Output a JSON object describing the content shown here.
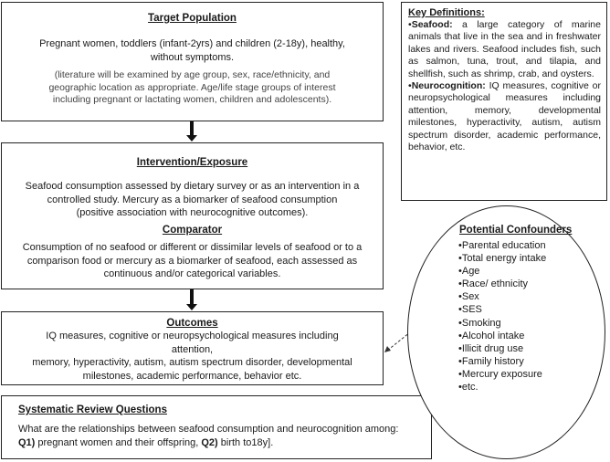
{
  "target": {
    "title": "Target Population",
    "line1": "Pregnant women, toddlers (infant-2yrs) and children (2-18y), healthy,",
    "line2": "without symptoms.",
    "note_line1": "(literature will be examined by age group, sex, race/ethnicity, and",
    "note_line2": "geographic location as appropriate. Age/life stage groups of interest",
    "note_line3": "including pregnant or lactating women, children and adolescents)."
  },
  "intervention": {
    "title": "Intervention/Exposure",
    "line1": "Seafood consumption assessed by dietary survey or as an intervention in a",
    "line2": "controlled study. Mercury as a biomarker of seafood consumption",
    "line3": "(positive association with neurocognitive outcomes)."
  },
  "comparator": {
    "title": "Comparator",
    "line1": "Consumption of no seafood or different or dissimilar levels of seafood or to a",
    "line2": "comparison food or mercury as a biomarker of seafood, each assessed as",
    "line3": "continuous and/or categorical variables."
  },
  "outcomes": {
    "title": "Outcomes",
    "line1": "IQ measures, cognitive or neuropsychological measures including",
    "line2": "attention,",
    "line3": "memory, hyperactivity, autism, autism spectrum disorder, developmental",
    "line4": "milestones, academic performance, behavior etc."
  },
  "questions": {
    "title": "Systematic Review Questions",
    "line1": "What are the relationships between seafood consumption and neurocognition among:",
    "q1_label": "Q1)",
    "q1_text": " pregnant women  and their offspring, ",
    "q2_label": "Q2)",
    "q2_text": " birth to18y]."
  },
  "definitions": {
    "title": "Key Definitions:",
    "seafood_term": "Seafood:",
    "seafood_text": " a large category of marine animals that live in the sea and in freshwater lakes and rivers. Seafood includes fish, such as salmon, tuna, trout, and tilapia, and shellfish, such as shrimp, crab, and oysters.",
    "neuro_term": "Neurocognition:",
    "neuro_text": " IQ measures, cognitive or neuropsychological measures including attention, memory, developmental milestones, hyperactivity, autism, autism spectrum disorder, academic performance, behavior, etc."
  },
  "confounders": {
    "title": "Potential Confounders",
    "items": [
      "•Parental education",
      "•Total energy intake",
      "•Age",
      "•Race/ ethnicity",
      "•Sex",
      "•SES",
      "•Smoking",
      "•Alcohol intake",
      "•Illicit drug use",
      "•Family history",
      "•Mercury exposure",
      "•etc."
    ]
  }
}
